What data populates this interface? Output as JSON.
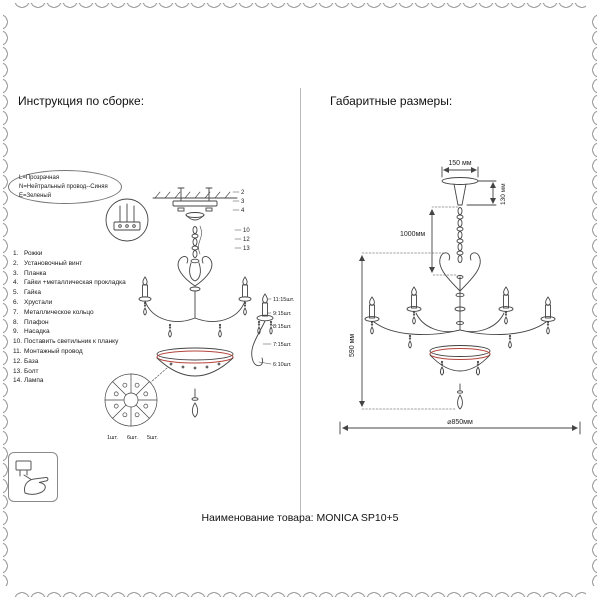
{
  "left": {
    "title": "Инструкция по сборке:",
    "legend": {
      "line1": "L=Прозрачная",
      "line2": "N=Нейтральный провод--Синяя",
      "line3": "E=Зеленый"
    },
    "parts": [
      {
        "num": "1.",
        "label": "Рожки"
      },
      {
        "num": "2.",
        "label": "Установочный винт"
      },
      {
        "num": "3.",
        "label": "Планка"
      },
      {
        "num": "4.",
        "label": "Гайки +металлическая прокладка"
      },
      {
        "num": "5.",
        "label": "Гайка"
      },
      {
        "num": "6.",
        "label": "Хрустали"
      },
      {
        "num": "7.",
        "label": "Металлическое кольцо"
      },
      {
        "num": "8.",
        "label": "Плафон"
      },
      {
        "num": "9.",
        "label": "Насадка"
      },
      {
        "num": "10.",
        "label": "Поставить светильник к планку"
      },
      {
        "num": "11.",
        "label": "Монтажный провод"
      },
      {
        "num": "12.",
        "label": "База"
      },
      {
        "num": "13.",
        "label": "Болт"
      },
      {
        "num": "14.",
        "label": "Лампа"
      }
    ],
    "callouts": {
      "c2": "2",
      "c3": "3",
      "c4": "4",
      "c10": "10",
      "c12": "12",
      "c13": "13"
    },
    "arm_labels": {
      "l1": "11:15шт.",
      "l2": "9:15шт.",
      "l3": "8:15шт.",
      "l4": "7:15шт.",
      "l5": "6:10шт."
    },
    "detail_labels": {
      "d1": "1шт.",
      "d2": "6шт.",
      "d3": "5шт."
    }
  },
  "right": {
    "title": "Габаритные размеры:",
    "dims": {
      "top_width": "150 мм",
      "canopy_height": "130 мм",
      "hang_height": "1000мм",
      "body_height": "590 мм",
      "diameter": "⌀850мм"
    }
  },
  "footer": {
    "product": "Наименование товара: MONICA SP10+5"
  },
  "colors": {
    "line": "#444444",
    "accent_rim": "#b5443c",
    "border": "#9e9e9e"
  }
}
